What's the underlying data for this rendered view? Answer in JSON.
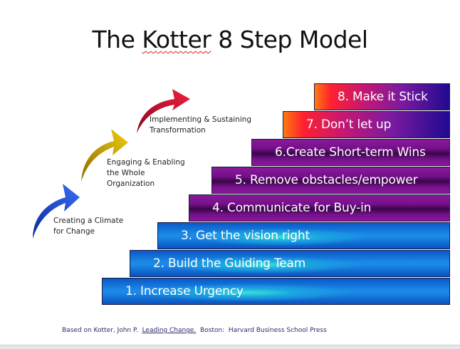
{
  "slide": {
    "title_prefix": "The ",
    "title_name": "Kotter",
    "title_suffix": " 8 Step Model",
    "steps": [
      {
        "label": "1. Increase Urgency",
        "style": "blue"
      },
      {
        "label": "2. Build the Guiding Team",
        "style": "blue"
      },
      {
        "label": "3. Get the vision right",
        "style": "blue"
      },
      {
        "label": "4. Communicate for Buy-in",
        "style": "purple"
      },
      {
        "label": "5. Remove obstacles/empower",
        "style": "purple"
      },
      {
        "label": "6.Create Short-term Wins",
        "style": "purple"
      },
      {
        "label": "7. Don’t let up",
        "style": "warm"
      },
      {
        "label": "8. Make it Stick",
        "style": "warm"
      }
    ],
    "phases": [
      {
        "line1": "Creating a Climate",
        "line2": "for Change",
        "line3": "",
        "color": "#2a4fe0"
      },
      {
        "line1": "Engaging & Enabling",
        "line2": "the Whole",
        "line3": "Organization",
        "color": "#d4a800"
      },
      {
        "line1": "Implementing & Sustaining",
        "line2": "Transformation",
        "line3": "",
        "color": "#d01838"
      }
    ],
    "footer": {
      "prefix": "Based on Kotter, John P.  ",
      "book": "Leading Change.",
      "suffix": "  Boston:  Harvard Business School Press"
    }
  }
}
